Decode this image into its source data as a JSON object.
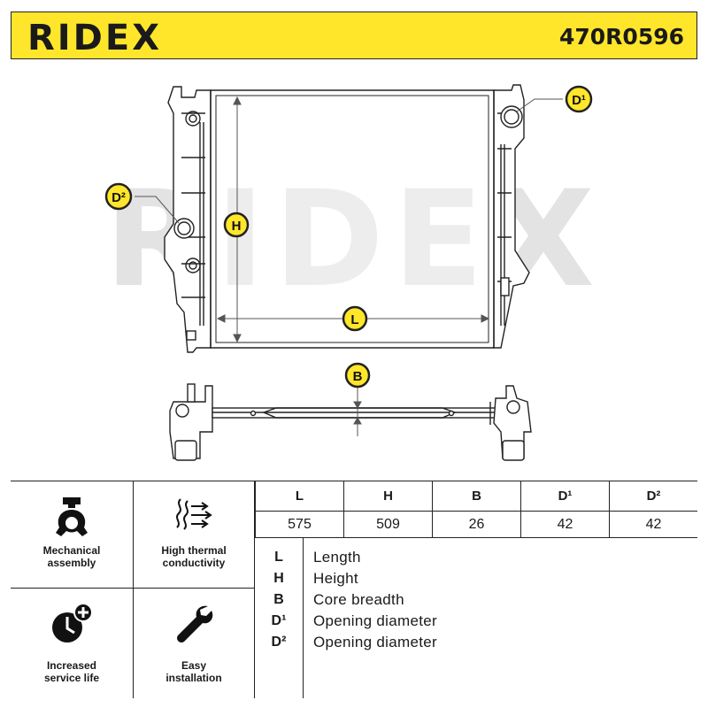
{
  "header": {
    "brand": "RIDEX",
    "part_number": "470R0596",
    "background_color": "#ffe62b"
  },
  "drawing": {
    "watermark": "RIDEX",
    "callouts": {
      "d1": "D¹",
      "d2": "D²",
      "h": "H",
      "l": "L",
      "b": "B"
    },
    "callout_color": "#ffe62b"
  },
  "features": [
    {
      "icon": "wrench-gear-icon",
      "label_line1": "Mechanical",
      "label_line2": "assembly"
    },
    {
      "icon": "heat-waves-icon",
      "label_line1": "High thermal",
      "label_line2": "conductivity"
    },
    {
      "icon": "clock-plus-icon",
      "label_line1": "Increased",
      "label_line2": "service life"
    },
    {
      "icon": "wrench-icon",
      "label_line1": "Easy",
      "label_line2": "installation"
    }
  ],
  "dimensions": {
    "headers": [
      "L",
      "H",
      "B",
      "D¹",
      "D²"
    ],
    "values": [
      "575",
      "509",
      "26",
      "42",
      "42"
    ]
  },
  "legend": [
    {
      "key": "L",
      "text": "Length"
    },
    {
      "key": "H",
      "text": "Height"
    },
    {
      "key": "B",
      "text": "Core breadth"
    },
    {
      "key": "D¹",
      "text": "Opening diameter"
    },
    {
      "key": "D²",
      "text": "Opening diameter"
    }
  ]
}
